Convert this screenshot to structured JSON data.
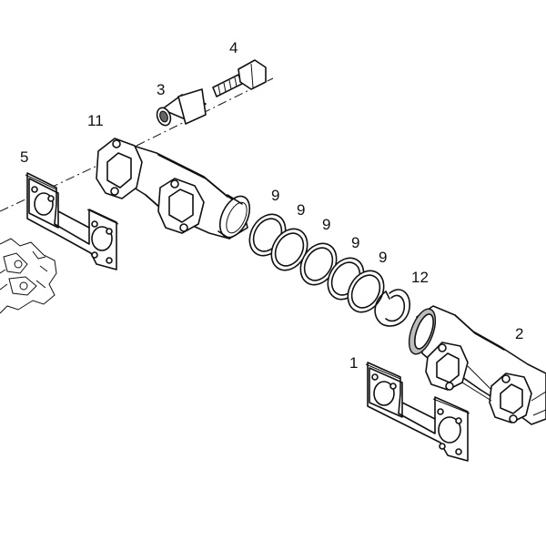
{
  "callouts": {
    "c1": "1",
    "c2": "2",
    "c3": "3",
    "c4": "4",
    "c5": "5",
    "c9a": "9",
    "c9b": "9",
    "c9c": "9",
    "c9d": "9",
    "c9e": "9",
    "c11": "11",
    "c12": "12"
  }
}
